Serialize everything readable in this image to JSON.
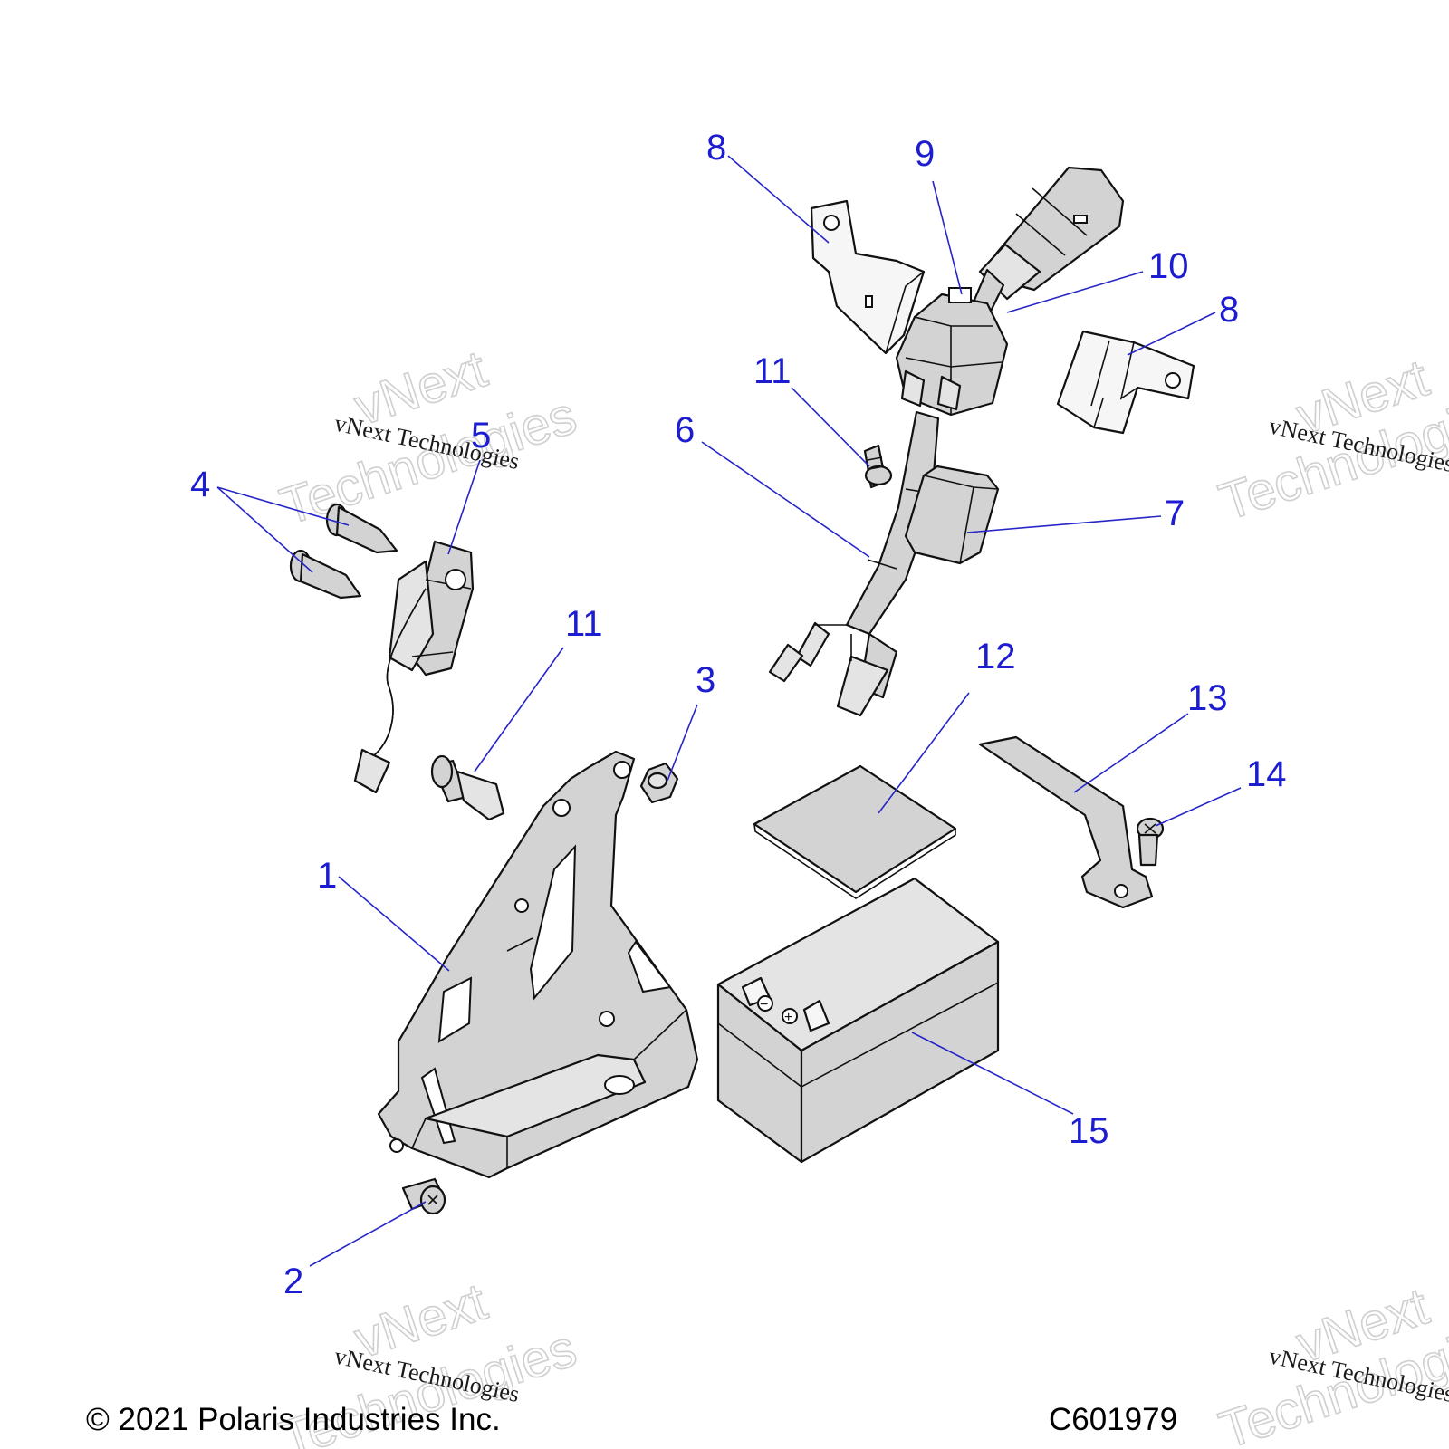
{
  "callouts": {
    "c1": "1",
    "c2": "2",
    "c3": "3",
    "c4": "4",
    "c5": "5",
    "c6": "6",
    "c7": "7",
    "c8a": "8",
    "c8b": "8",
    "c9": "9",
    "c10": "10",
    "c11a": "11",
    "c11b": "11",
    "c12": "12",
    "c13": "13",
    "c14": "14",
    "c15": "15"
  },
  "battery_labels": {
    "negative": "−",
    "positive": "+"
  },
  "watermark": {
    "big_line1": "vNext",
    "big_line2": "Technologies",
    "small": "vNext Technologies"
  },
  "footer": {
    "copyright": "© 2021 Polaris Industries Inc.",
    "drawing_code": "C601979"
  },
  "colors": {
    "callout": "#1c1cd0",
    "part_fill": "#d3d3d3",
    "outline": "#111111"
  }
}
